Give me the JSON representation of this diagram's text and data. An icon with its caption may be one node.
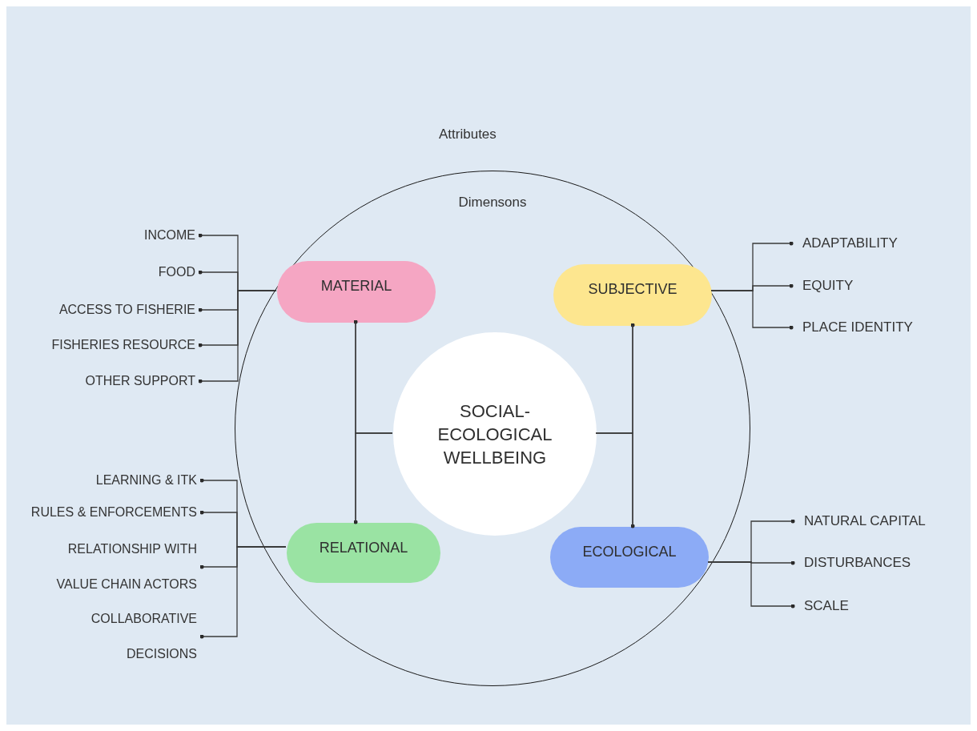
{
  "diagram": {
    "nodes": [
      {
        "text": [
          "Dimensons"
        ]
      },
      {
        "text": [
          "MATERIAL"
        ],
        "in": 0
      },
      {
        "text": [
          "SUBJECTIVE"
        ],
        "in": 0
      },
      {
        "text": [
          "SOCIAL- ECOLOGICAL WELLBEING"
        ],
        "in": 0
      },
      {
        "text": [
          "RELATIONAL"
        ],
        "in": 0
      },
      {
        "text": [
          "ECOLOGICAL"
        ],
        "in": 0
      },
      {
        "text": [
          "INCOME"
        ]
      },
      {
        "text": [
          "FOOD"
        ]
      },
      {
        "text": [
          "ACCESS TO FISHERIE"
        ]
      },
      {
        "text": [
          "FISHERIES RESOURCE"
        ]
      },
      {
        "text": [
          "OTHER SUPPORT"
        ]
      },
      {
        "text": [
          "ADAPTABILITY"
        ]
      },
      {
        "text": [
          "EQUITY"
        ]
      },
      {
        "text": [
          "PLACE IDENTITY"
        ]
      },
      {
        "text": [
          "LEARNING & ITK"
        ]
      },
      {
        "text": [
          "RULES & ENFORCEMENTS"
        ]
      },
      {
        "text": [
          "RELATIONSHIP WITH VALUE CHAIN ACTORS"
        ]
      },
      {
        "text": [
          "COLLABORATIVE DECISIONS"
        ]
      },
      {
        "text": [
          "NATURAL CAPITAL"
        ]
      },
      {
        "text": [
          "DISTURBANCES"
        ]
      },
      {
        "text": [
          "SCALE"
        ]
      }
    ],
    "edges": [
      {
        "from": 1,
        "to": 6,
        "arrow": "other"
      },
      {
        "from": 1,
        "to": 7,
        "arrow": "other"
      },
      {
        "from": 1,
        "to": 8,
        "arrow": "other"
      },
      {
        "from": 1,
        "to": 9,
        "arrow": "other"
      },
      {
        "from": 1,
        "to": 10,
        "arrow": "other"
      },
      {
        "from": 2,
        "to": 11,
        "arrow": "other"
      },
      {
        "from": 2,
        "to": 12,
        "arrow": "other"
      },
      {
        "from": 2,
        "to": 13,
        "arrow": "other"
      },
      {
        "from": 4,
        "to": 14,
        "arrow": "other"
      },
      {
        "from": 4,
        "to": 15,
        "arrow": "other"
      },
      {
        "from": 4,
        "to": 16,
        "arrow": "other"
      },
      {
        "from": 4,
        "to": 17,
        "arrow": "other"
      },
      {
        "from": 5,
        "to": 18,
        "arrow": "other"
      },
      {
        "from": 5,
        "to": 19,
        "arrow": "other"
      },
      {
        "from": 5,
        "to": 20,
        "arrow": "other"
      },
      {
        "from": 1,
        "to": 4,
        "arrow": "other"
      },
      {
        "from": 2,
        "to": 5,
        "arrow": "other"
      },
      {
        "from": 3,
        "to": 1,
        "arrow": "none"
      },
      {
        "from": 3,
        "to": 4,
        "arrow": "none"
      },
      {
        "from": 3,
        "to": 2,
        "arrow": "none"
      },
      {
        "from": 3,
        "to": 5,
        "arrow": "none"
      }
    ],
    "labels": [
      "Attributes"
    ]
  }
}
